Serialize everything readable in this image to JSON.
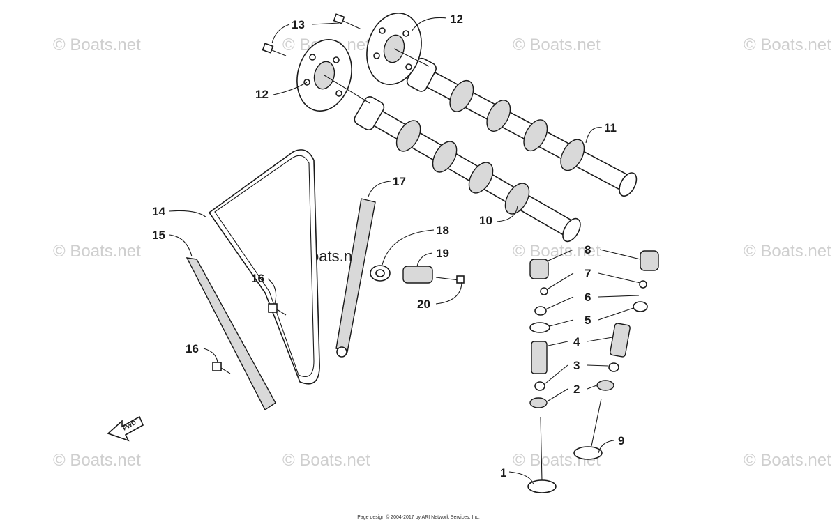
{
  "watermarks": {
    "text": "© Boats.net",
    "center_text": "© Boats.net"
  },
  "footer": {
    "copyright": "Page design © 2004-2017 by ARI Network Services, Inc."
  },
  "direction_arrow": {
    "label": "FWD"
  },
  "callouts": [
    {
      "id": "c1",
      "number": "1"
    },
    {
      "id": "c2",
      "number": "2"
    },
    {
      "id": "c3",
      "number": "3"
    },
    {
      "id": "c4",
      "number": "4"
    },
    {
      "id": "c5",
      "number": "5"
    },
    {
      "id": "c6",
      "number": "6"
    },
    {
      "id": "c7",
      "number": "7"
    },
    {
      "id": "c8",
      "number": "8"
    },
    {
      "id": "c9",
      "number": "9"
    },
    {
      "id": "c10",
      "number": "10"
    },
    {
      "id": "c11",
      "number": "11"
    },
    {
      "id": "c12a",
      "number": "12"
    },
    {
      "id": "c12b",
      "number": "12"
    },
    {
      "id": "c13",
      "number": "13"
    },
    {
      "id": "c14",
      "number": "14"
    },
    {
      "id": "c15",
      "number": "15"
    },
    {
      "id": "c16a",
      "number": "16"
    },
    {
      "id": "c16b",
      "number": "16"
    },
    {
      "id": "c17",
      "number": "17"
    },
    {
      "id": "c18",
      "number": "18"
    },
    {
      "id": "c19",
      "number": "19"
    },
    {
      "id": "c20",
      "number": "20"
    }
  ]
}
